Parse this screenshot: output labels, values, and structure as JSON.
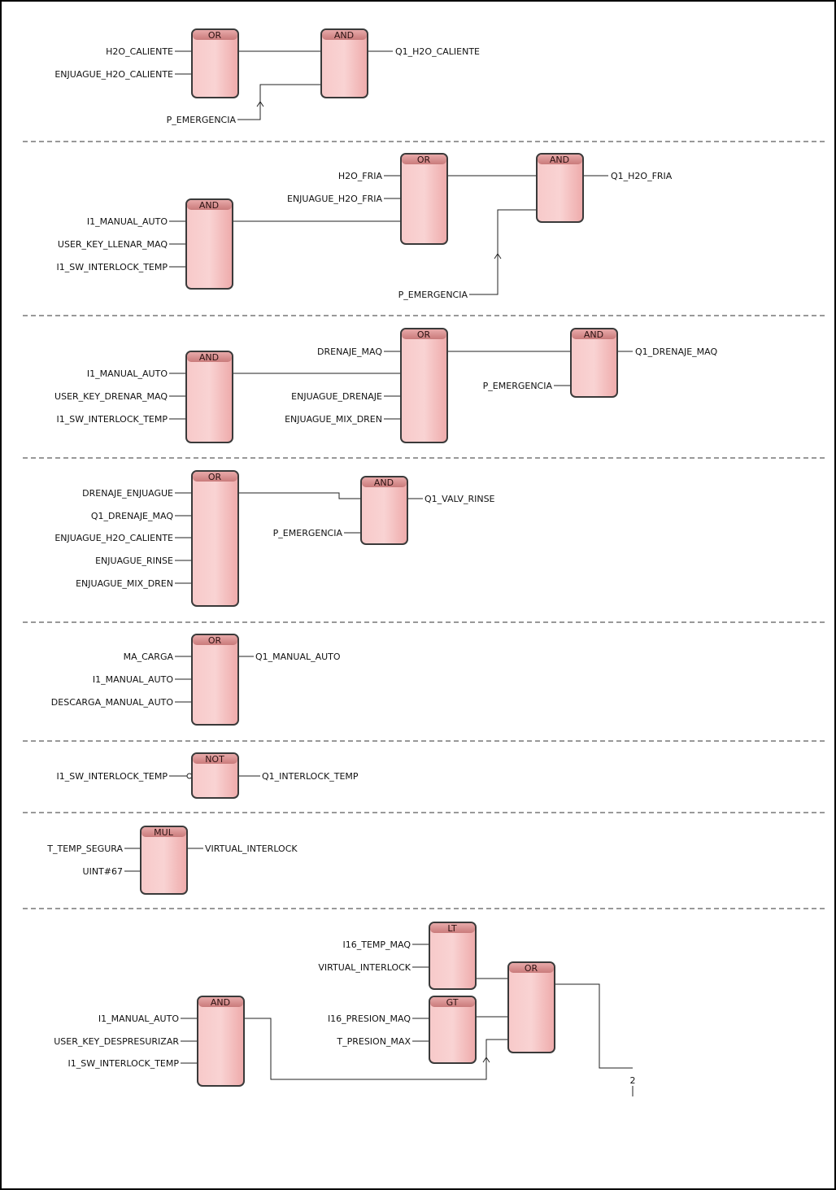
{
  "colors": {
    "block_fill": "#f4b8b8",
    "block_header": "#d88a8a",
    "block_border": "#3a3a3a",
    "wire": "#222222"
  },
  "network1": {
    "or_tag": "OR",
    "and_tag": "AND",
    "in_h2o_caliente": "H2O_CALIENTE",
    "in_enjuague_h2o_caliente": "ENJUAGUE_H2O_CALIENTE",
    "in_p_emergencia": "P_EMERGENCIA",
    "out_q1_h2o_caliente": "Q1_H2O_CALIENTE"
  },
  "network2": {
    "and1_tag": "AND",
    "or_tag": "OR",
    "and2_tag": "AND",
    "in_i1_manual_auto": "I1_MANUAL_AUTO",
    "in_user_key_llenar_maq": "USER_KEY_LLENAR_MAQ",
    "in_i1_sw_interlock_temp": "I1_SW_INTERLOCK_TEMP",
    "in_h2o_fria": "H2O_FRIA",
    "in_enjuague_h2o_fria": "ENJUAGUE_H2O_FRIA",
    "in_p_emergencia": "P_EMERGENCIA",
    "out_q1_h2o_fria": "Q1_H2O_FRIA"
  },
  "network3": {
    "and1_tag": "AND",
    "or_tag": "OR",
    "and2_tag": "AND",
    "in_i1_manual_auto": "I1_MANUAL_AUTO",
    "in_user_key_drenar_maq": "USER_KEY_DRENAR_MAQ",
    "in_i1_sw_interlock_temp": "I1_SW_INTERLOCK_TEMP",
    "in_drenaje_maq": "DRENAJE_MAQ",
    "in_enjuague_drenaje": "ENJUAGUE_DRENAJE",
    "in_enjuague_mix_dren": "ENJUAGUE_MIX_DREN",
    "in_p_emergencia": "P_EMERGENCIA",
    "out_q1_drenaje_maq": "Q1_DRENAJE_MAQ"
  },
  "network4": {
    "or_tag": "OR",
    "and_tag": "AND",
    "in_drenaje_enjuague": "DRENAJE_ENJUAGUE",
    "in_q1_drenaje_maq": "Q1_DRENAJE_MAQ",
    "in_enjuague_h2o_caliente": "ENJUAGUE_H2O_CALIENTE",
    "in_enjuague_rinse": "ENJUAGUE_RINSE",
    "in_enjuague_mix_dren": "ENJUAGUE_MIX_DREN",
    "in_p_emergencia": "P_EMERGENCIA",
    "out_q1_valv_rinse": "Q1_VALV_RINSE"
  },
  "network5": {
    "or_tag": "OR",
    "in_ma_carga": "MA_CARGA",
    "in_i1_manual_auto": "I1_MANUAL_AUTO",
    "in_descarga_manual_auto": "DESCARGA_MANUAL_AUTO",
    "out_q1_manual_auto": "Q1_MANUAL_AUTO"
  },
  "network6": {
    "not_tag": "NOT",
    "in_i1_sw_interlock_temp": "I1_SW_INTERLOCK_TEMP",
    "out_q1_interlock_temp": "Q1_INTERLOCK_TEMP"
  },
  "network7": {
    "mul_tag": "MUL",
    "in_t_temp_segura": "T_TEMP_SEGURA",
    "in_uint67": "UINT#67",
    "out_virtual_interlock": "VIRTUAL_INTERLOCK"
  },
  "network8": {
    "and_tag": "AND",
    "lt_tag": "LT",
    "gt_tag": "GT",
    "or_tag": "OR",
    "in_i1_manual_auto": "I1_MANUAL_AUTO",
    "in_user_key_despresurizar": "USER_KEY_DESPRESURIZAR",
    "in_i1_sw_interlock_temp": "I1_SW_INTERLOCK_TEMP",
    "in_i16_temp_maq": "I16_TEMP_MAQ",
    "in_virtual_interlock": "VIRTUAL_INTERLOCK",
    "in_i16_presion_maq": "I16_PRESION_MAQ",
    "in_t_presion_max": "T_PRESION_MAX",
    "connector_number": "2"
  }
}
